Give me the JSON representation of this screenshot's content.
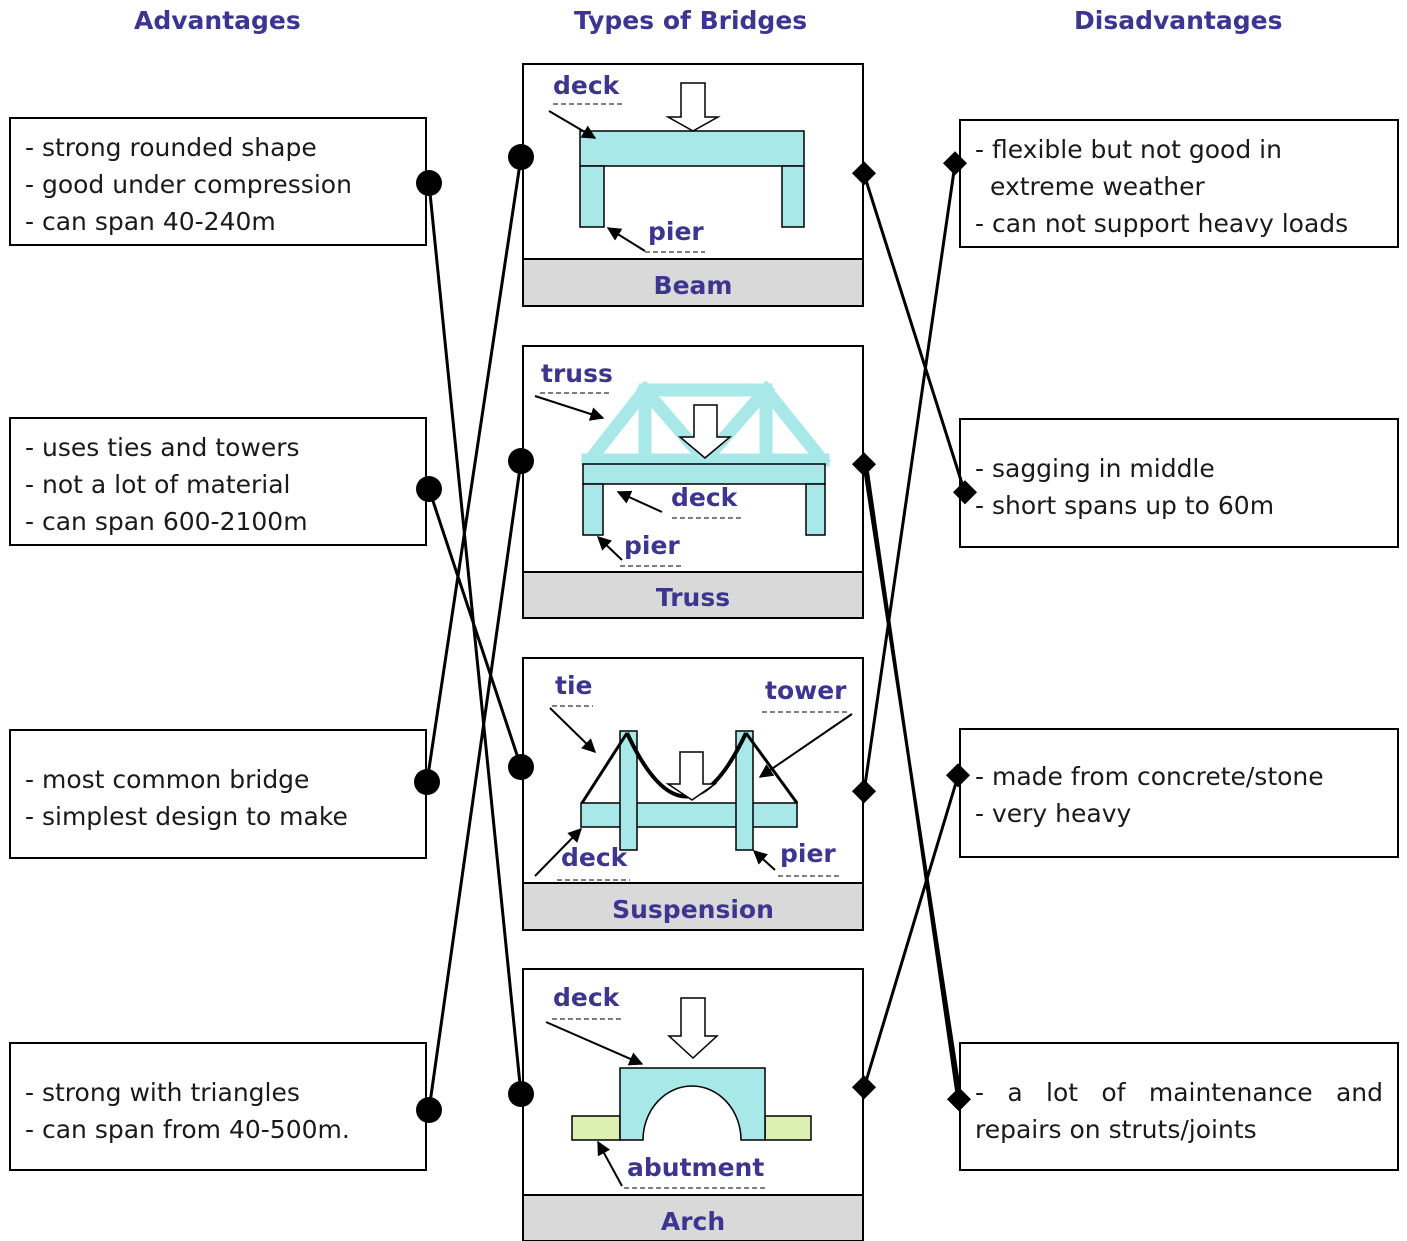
{
  "headers": {
    "advantages": "Advantages",
    "types": "Types of Bridges",
    "disadvantages": "Disadvantages"
  },
  "advantages": [
    {
      "lines": [
        "- strong rounded shape",
        "- good under compression",
        "- can span 40-240m"
      ]
    },
    {
      "lines": [
        "- uses ties and towers",
        "- not a lot of material",
        "- can span 600-2100m"
      ]
    },
    {
      "lines": [
        "- most common bridge",
        "- simplest design to make"
      ]
    },
    {
      "lines": [
        "- strong with triangles",
        "- can span from 40-500m."
      ]
    }
  ],
  "disadvantages": [
    {
      "lines": [
        "- flexible but not good in",
        "extreme weather",
        "- can not support heavy loads"
      ]
    },
    {
      "lines": [
        "- sagging in middle",
        "- short spans up to 60m"
      ]
    },
    {
      "lines": [
        "- made from concrete/stone",
        "- very heavy"
      ]
    },
    {
      "lines": [
        "- a lot of maintenance and",
        "repairs on struts/joints"
      ]
    }
  ],
  "bridges": {
    "beam": {
      "name": "Beam",
      "labels": {
        "deck": "deck",
        "pier": "pier"
      }
    },
    "truss": {
      "name": "Truss",
      "labels": {
        "truss": "truss",
        "deck": "deck",
        "pier": "pier"
      }
    },
    "suspension": {
      "name": "Suspension",
      "labels": {
        "tie": "tie",
        "tower": "tower",
        "deck": "deck",
        "pier": "pier"
      }
    },
    "arch": {
      "name": "Arch",
      "labels": {
        "deck": "deck",
        "abutment": "abutment"
      }
    }
  },
  "colors": {
    "heading": "#3d3590",
    "structure": "#a8e8e8",
    "abutment": "#dcf0b4",
    "name_bar": "#d9d9d9"
  }
}
